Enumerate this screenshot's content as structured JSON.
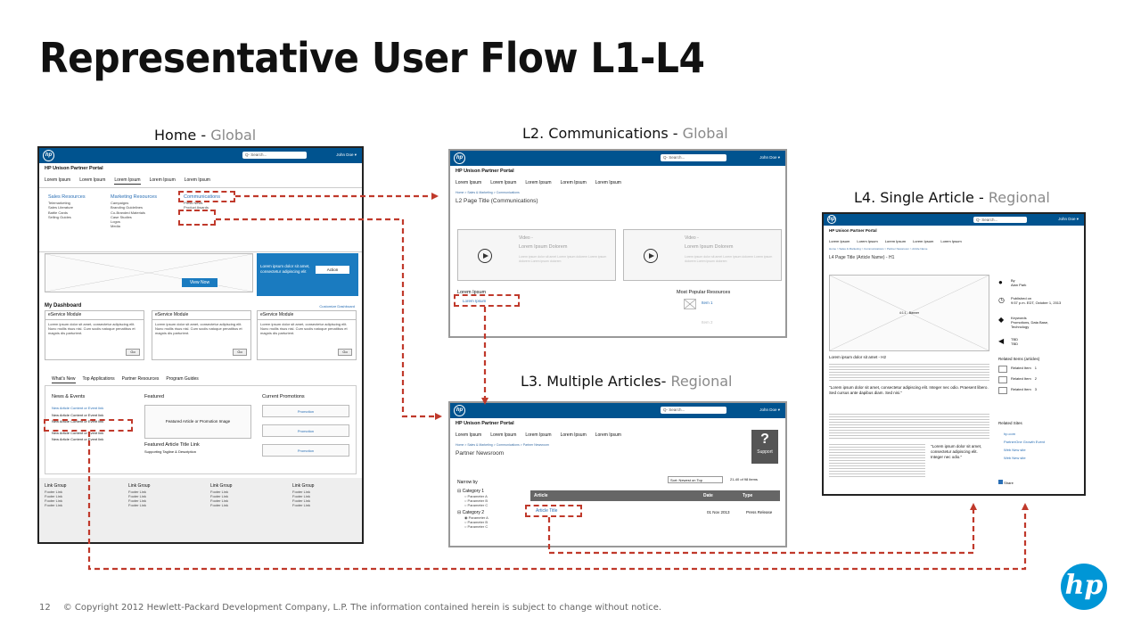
{
  "title": "Representative User Flow L1-L4",
  "captions": {
    "home": {
      "main": "Home",
      "sep": " - ",
      "scope": "Global"
    },
    "l2": {
      "main": "L2. Communications",
      "sep": " - ",
      "scope": "Global"
    },
    "l3": {
      "main": "L3. Multiple Articles",
      "sep": "- ",
      "scope": "Regional"
    },
    "l4": {
      "main": "L4. Single Article",
      "sep": " - ",
      "scope": "Regional"
    }
  },
  "common": {
    "portal": "HP Unison Partner Portal",
    "search": "Q- Search...",
    "user": "John Doe ▾",
    "nav_item": "Lorem Ipsum"
  },
  "home": {
    "menus": {
      "sales": {
        "title": "Sales Resources",
        "items": [
          "Telemarketing",
          "Sales Literature",
          "Battle Cards",
          "Selling Guides"
        ]
      },
      "marketing": {
        "title": "Marketing Resources",
        "items": [
          "Campaigns",
          "Branding Guidelines",
          "Co-Branded Materials",
          "Case Studies",
          "Logos",
          "Media"
        ]
      },
      "communications": {
        "title": "Communications",
        "items": [
          "Press News",
          "Product Awards"
        ]
      }
    },
    "hero_text": "Lorem ipsum dolor sit amet, consectetur adipiscing elit",
    "hero_action": "Action",
    "view_now": "View Now",
    "dashboard": "My Dashboard",
    "customize": "Customize Dashboard",
    "module": "eService Module",
    "module_text": "Lorem ipsum dolor sit amet, consectetur adipiscing elit. Nunc mollis risus nisl. Cum sociis natoque penatibus et magnis dis parturient.",
    "go": "Go",
    "tabs": [
      "What's New",
      "Top Applications",
      "Partner Resources",
      "Program Guides"
    ],
    "news_title": "News & Events",
    "news_links": [
      "New Article Content or Event link",
      "New Article Content or Event link",
      "New Article Content or Event link",
      "New Article Content or Event link",
      "New Article Content or Event link"
    ],
    "featured_title": "Featured",
    "featured_image": "Featured Article or Promotion Image",
    "featured_link": "Featured Article Title Link",
    "featured_tagline": "Supporting Tagline & Description",
    "promos_title": "Current Promotions",
    "promotion": "Promotion",
    "link_group": "Link Group",
    "footer_link": "Footer Link"
  },
  "l2": {
    "crumb": "Home  >  Sales & Marketing  >  Communications",
    "page_title": "L2 Page Title (Communications)",
    "video_label": "Video -",
    "video_title": "Lorem Ipsum Dolorem",
    "video_text": "Lorem ipsum dolor sit amet Lorem ipsum dolorem Lorem ipsum dolorem Lorem ipsum dolorem",
    "section": "Lorem Ipsum",
    "link": "Lorem Ipsum",
    "popular": "Most Popular Resources",
    "item1": "Item 1",
    "item2": "Item 2"
  },
  "l3": {
    "crumb": "Home  >  Sales & Marketing  >  Communications  >  Partner Newsroom",
    "page_title": "Partner Newsroom",
    "support": "Support",
    "narrow": "Narrow by",
    "cat1": "Category 1",
    "cat2": "Category 2",
    "params": [
      "Parameter A",
      "Parameter B",
      "Parameter C"
    ],
    "sort": "Sort: Newest on Top",
    "count": "21-40 of 98 items",
    "col_article": "Article",
    "col_date": "Date",
    "col_type": "Type",
    "row_title": "Article Title",
    "row_date": "01 Nov 2013",
    "row_type": "Press Release"
  },
  "l4": {
    "crumb": "Home  >  Sales & Marketing  >  Communications  >  Partner Newsroom  >  Article Name",
    "page_title": "L4 Page Title (Article Name) - H1",
    "banner": "4:1:1 - Banner",
    "by_label": "By",
    "by_name": "Alan Park",
    "published_label": "Published on",
    "published": "9:57 p.m. EDT, October 1, 2013",
    "keywords_label": "Keywords",
    "keywords": "Promotions, Data Base, Technology",
    "tbd": "TBD",
    "h2": "Lorem ipsum dolor sit amet - H2",
    "quote": "\"Lorem ipsum dolor sit amet, consectetur adipiscing elit. Integer nec odio. Praesent libero. Sed cursus ante dapibus diam. Sed nisi.\"",
    "related_items": "Related Items  (articles)",
    "related_item": "Related Item",
    "related_sites": "Related Sites",
    "sites": [
      "hp.com",
      "PartnerOne Growth Event",
      "Web New site",
      "Web New site"
    ],
    "share": "Share"
  },
  "footer": {
    "page": "12",
    "copyright": "© Copyright 2012 Hewlett-Packard Development Company, L.P.  The information contained herein is subject to change without notice."
  },
  "colors": {
    "flow_arrow": "#c0392b",
    "hp_blue": "#0096d6",
    "header_blue": "#00538f",
    "caption_scope": "#8a8a8a"
  }
}
